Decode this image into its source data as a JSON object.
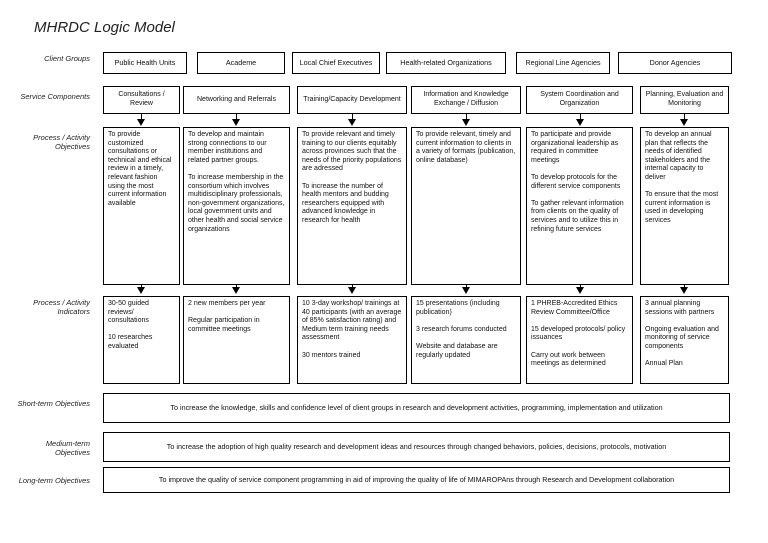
{
  "title": "MHRDC Logic Model",
  "row_labels": {
    "client_groups": "Client Groups",
    "service_components": "Service Components",
    "process_objectives": "Process / Activity Objectives",
    "process_indicators": "Process / Activity Indicators",
    "short_term": "Short-term Objectives",
    "medium_term": "Medium-term Objectives",
    "long_term": "Long-term Objectives"
  },
  "client_groups": [
    "Public Health Units",
    "Academe",
    "Local Chief Executives",
    "Health-related Organizations",
    "Regional Line Agencies",
    "Donor Agencies"
  ],
  "service_components": [
    "Consultations / Review",
    "Networking and Referrals",
    "Training/Capacity Development",
    "Information and Knowledge Exchange / Diffusion",
    "System Coordination and Organization",
    "Planning, Evaluation and Monitoring"
  ],
  "process_objectives": [
    "To provide customized consultations or technical and ethical review in a timely, relevant fashion using the most current information available",
    "To develop and maintain strong connections to our member institutions and related partner groups.\n\nTo increase membership in the consortium which involves multidisciplinary professionals, non-government organizations, local government units and other health and social service organizations",
    "To provide relevant and timely training to our clients equitably across provinces such that the needs of the priority populations are adressed\n\nTo increase the number of health mentors and budding researchers equipped with advanced knowledge in research for health",
    "To provide relevant, timely and current information to clients in a variety of formats (publication, online database)",
    "To participate and provide organizational leadership as required in committee meetings\n\nTo develop protocols for the different service components\n\nTo gather relevant information from clients on the quality of services and to utilize this in refining future services",
    "To develop an annual plan that reflects the needs of identified stakeholders and the internal capacity to deliver\n\nTo ensure that the most current information is used in developing services"
  ],
  "process_indicators": [
    "30-50 guided reviews/ consultations\n\n10 researches evaluated",
    "2 new members per year\n\nRegular participation in committee meetings",
    "10 3-day workshop/ trainings at 40 participants (with an average of 85% satisfaction rating) and Medium term training needs assessment\n\n30 mentors trained",
    "15 presentations (including publication)\n\n3 research forums conducted\n\nWebsite and database are regularly updated",
    "1 PHREB-Accredited Ethics Review Committee/Office\n\n15 developed protocols/ policy issuances\n\nCarry out work between meetings as determined",
    "3 annual planning sessions with partners\n\nOngoing evaluation and monitoring of service components\n\nAnnual Plan"
  ],
  "short_term": "To increase the knowledge, skills and confidence level of client groups in research and development activities, programming, implementation and utilization",
  "medium_term": "To increase the adoption of high quality research and development ideas and resources through changed behaviors, policies, decisions, protocols, motivation",
  "long_term": "To improve the quality of service component programming in aid of improving the quality of life of MIMAROPAns through Research and Development collaboration"
}
